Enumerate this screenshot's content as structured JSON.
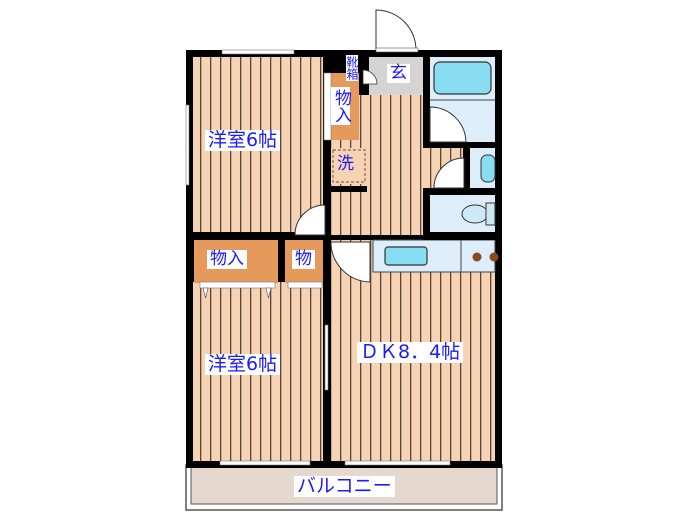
{
  "floor_plan": {
    "rooms": [
      {
        "id": "western-room-north",
        "label": "洋室6帖",
        "type": "bedroom",
        "size_jo": 6
      },
      {
        "id": "western-room-south",
        "label": "洋室6帖",
        "type": "bedroom",
        "size_jo": 6
      },
      {
        "id": "dining-kitchen",
        "label": "ＤＫ8．4帖",
        "type": "dining-kitchen",
        "size_jo": 8.4
      },
      {
        "id": "entrance",
        "label": "玄",
        "type": "entrance"
      },
      {
        "id": "shoe-box",
        "label": "靴箱",
        "type": "storage"
      },
      {
        "id": "closet-north",
        "label": "物入",
        "type": "closet"
      },
      {
        "id": "washer",
        "label": "洗",
        "type": "laundry"
      },
      {
        "id": "closet-south",
        "label": "物入",
        "type": "closet"
      },
      {
        "id": "closet-small",
        "label": "物",
        "type": "closet"
      },
      {
        "id": "balcony",
        "label": "バルコニー",
        "type": "balcony"
      }
    ],
    "fixtures": [
      "bathtub",
      "washbasin",
      "toilet",
      "kitchen-sink",
      "two-burner-stove"
    ],
    "colors": {
      "wall": "#000000",
      "floor_wood": "#f7d3b5",
      "floor_stripe": "#5a4636",
      "closet": "#e59a5c",
      "wet_area": "#ddeefa",
      "fixture": "#88ddf2",
      "entrance": "#d4d4d4",
      "balcony": "#e4d8cf",
      "label_text": "#1a1aff"
    }
  }
}
